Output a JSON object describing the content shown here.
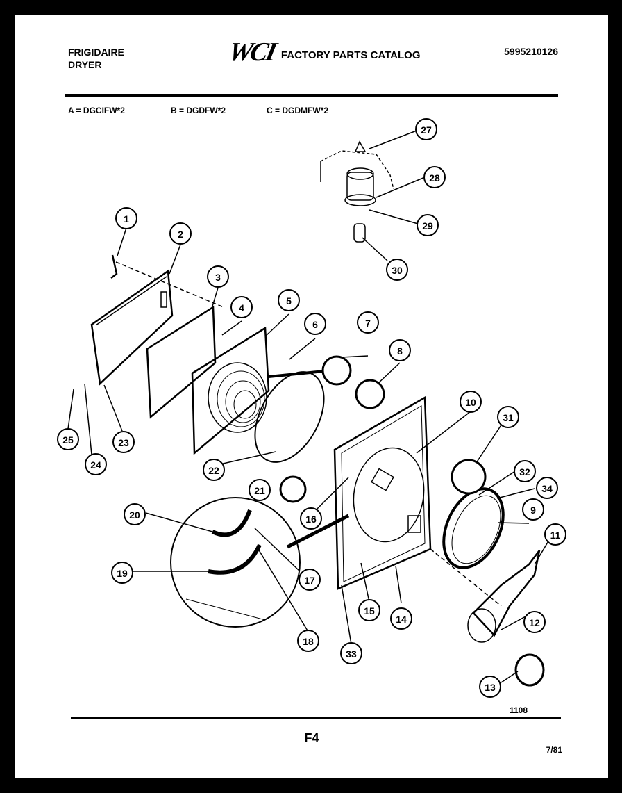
{
  "header": {
    "brand_line1": "FRIGIDAIRE",
    "brand_line2": "DRYER",
    "logo_text": "WCI",
    "catalog_title": "FACTORY PARTS CATALOG",
    "part_number": "5995210126"
  },
  "models": {
    "a": "A = DGCIFW*2",
    "b": "B = DGDFW*2",
    "c": "C = DGDMFW*2"
  },
  "diagram": {
    "callouts": [
      "1",
      "2",
      "3",
      "4",
      "5",
      "6",
      "7",
      "8",
      "9",
      "10",
      "11",
      "12",
      "13",
      "14",
      "15",
      "16",
      "17",
      "18",
      "19",
      "20",
      "21",
      "22",
      "23",
      "24",
      "25",
      "27",
      "28",
      "29",
      "30",
      "31",
      "32",
      "33",
      "34"
    ],
    "diagram_number": "1108"
  },
  "footer": {
    "figure": "F4",
    "date": "7/81"
  }
}
